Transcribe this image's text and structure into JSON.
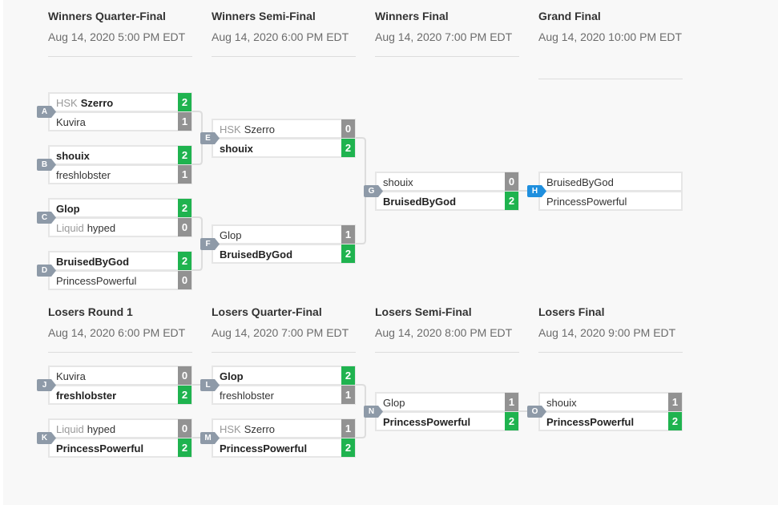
{
  "colors": {
    "win": "#1fb34f",
    "lose": "#929292",
    "badge": "#8e9aa8",
    "badge_active": "#1f8fde",
    "connector": "#dddddd"
  },
  "rounds": [
    {
      "key": "wqf",
      "title": "Winners Quarter-Final",
      "time": "Aug 14, 2020 5:00 PM EDT"
    },
    {
      "key": "wsf",
      "title": "Winners Semi-Final",
      "time": "Aug 14, 2020 6:00 PM EDT"
    },
    {
      "key": "wf",
      "title": "Winners Final",
      "time": "Aug 14, 2020 7:00 PM EDT"
    },
    {
      "key": "gf",
      "title": "Grand Final",
      "time": "Aug 14, 2020 10:00 PM EDT"
    },
    {
      "key": "lr1",
      "title": "Losers Round 1",
      "time": "Aug 14, 2020 6:00 PM EDT"
    },
    {
      "key": "lqf",
      "title": "Losers Quarter-Final",
      "time": "Aug 14, 2020 7:00 PM EDT"
    },
    {
      "key": "lsf",
      "title": "Losers Semi-Final",
      "time": "Aug 14, 2020 8:00 PM EDT"
    },
    {
      "key": "lf",
      "title": "Losers Final",
      "time": "Aug 14, 2020 9:00 PM EDT"
    }
  ],
  "matches": [
    {
      "id": "A",
      "top": {
        "prefix": "HSK",
        "name": "Szerro",
        "score": "2",
        "winner": true
      },
      "bottom": {
        "prefix": "",
        "name": "Kuvira",
        "score": "1",
        "winner": false
      }
    },
    {
      "id": "B",
      "top": {
        "prefix": "",
        "name": "shouix",
        "score": "2",
        "winner": true
      },
      "bottom": {
        "prefix": "",
        "name": "freshlobster",
        "score": "1",
        "winner": false
      }
    },
    {
      "id": "C",
      "top": {
        "prefix": "",
        "name": "Glop",
        "score": "2",
        "winner": true
      },
      "bottom": {
        "prefix": "Liquid",
        "name": "hyped",
        "score": "0",
        "winner": false
      }
    },
    {
      "id": "D",
      "top": {
        "prefix": "",
        "name": "BruisedByGod",
        "score": "2",
        "winner": true
      },
      "bottom": {
        "prefix": "",
        "name": "PrincessPowerful",
        "score": "0",
        "winner": false
      }
    },
    {
      "id": "E",
      "top": {
        "prefix": "HSK",
        "name": "Szerro",
        "score": "0",
        "winner": false
      },
      "bottom": {
        "prefix": "",
        "name": "shouix",
        "score": "2",
        "winner": true
      }
    },
    {
      "id": "F",
      "top": {
        "prefix": "",
        "name": "Glop",
        "score": "1",
        "winner": false
      },
      "bottom": {
        "prefix": "",
        "name": "BruisedByGod",
        "score": "2",
        "winner": true
      }
    },
    {
      "id": "G",
      "top": {
        "prefix": "",
        "name": "shouix",
        "score": "0",
        "winner": false
      },
      "bottom": {
        "prefix": "",
        "name": "BruisedByGod",
        "score": "2",
        "winner": true
      }
    },
    {
      "id": "H",
      "top": {
        "prefix": "",
        "name": "BruisedByGod",
        "score": "",
        "winner": false
      },
      "bottom": {
        "prefix": "",
        "name": "PrincessPowerful",
        "score": "",
        "winner": false
      }
    },
    {
      "id": "J",
      "top": {
        "prefix": "",
        "name": "Kuvira",
        "score": "0",
        "winner": false
      },
      "bottom": {
        "prefix": "",
        "name": "freshlobster",
        "score": "2",
        "winner": true
      }
    },
    {
      "id": "K",
      "top": {
        "prefix": "Liquid",
        "name": "hyped",
        "score": "0",
        "winner": false
      },
      "bottom": {
        "prefix": "",
        "name": "PrincessPowerful",
        "score": "2",
        "winner": true
      }
    },
    {
      "id": "L",
      "top": {
        "prefix": "",
        "name": "Glop",
        "score": "2",
        "winner": true
      },
      "bottom": {
        "prefix": "",
        "name": "freshlobster",
        "score": "1",
        "winner": false
      }
    },
    {
      "id": "M",
      "top": {
        "prefix": "HSK",
        "name": "Szerro",
        "score": "1",
        "winner": false
      },
      "bottom": {
        "prefix": "",
        "name": "PrincessPowerful",
        "score": "2",
        "winner": true
      }
    },
    {
      "id": "N",
      "top": {
        "prefix": "",
        "name": "Glop",
        "score": "1",
        "winner": false
      },
      "bottom": {
        "prefix": "",
        "name": "PrincessPowerful",
        "score": "2",
        "winner": true
      }
    },
    {
      "id": "O",
      "top": {
        "prefix": "",
        "name": "shouix",
        "score": "1",
        "winner": false
      },
      "bottom": {
        "prefix": "",
        "name": "PrincessPowerful",
        "score": "2",
        "winner": true
      }
    }
  ]
}
